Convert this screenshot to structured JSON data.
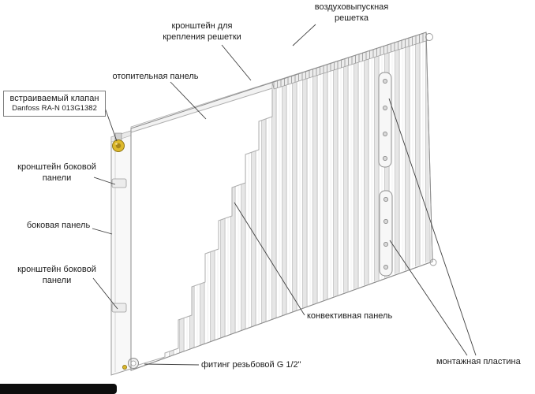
{
  "figure": {
    "title_hint": "panel radiator cutaway diagram",
    "labels": {
      "air_vent_grille": "воздуховыпускная решетка",
      "grille_bracket": "кронштейн для крепления решетки",
      "heating_panel": "отопительная панель",
      "built_in_valve_title": "встраиваемый клапан",
      "built_in_valve_model": "Danfoss RA-N 013G1382",
      "side_panel_bracket_top": "кронштейн боковой панели",
      "side_panel": "боковая панель",
      "side_panel_bracket_bottom": "кронштейн боковой панели",
      "threaded_fitting": "фитинг резьбовой G 1/2\"",
      "convective_panel": "конвективная панель",
      "mounting_plate": "монтажная пластина"
    },
    "colors": {
      "valve_brass": "#ddb92c",
      "leader_line": "#3f3f3f",
      "panel_stroke": "#9c9c9c",
      "fin_valley": "#e6e6e6"
    }
  }
}
